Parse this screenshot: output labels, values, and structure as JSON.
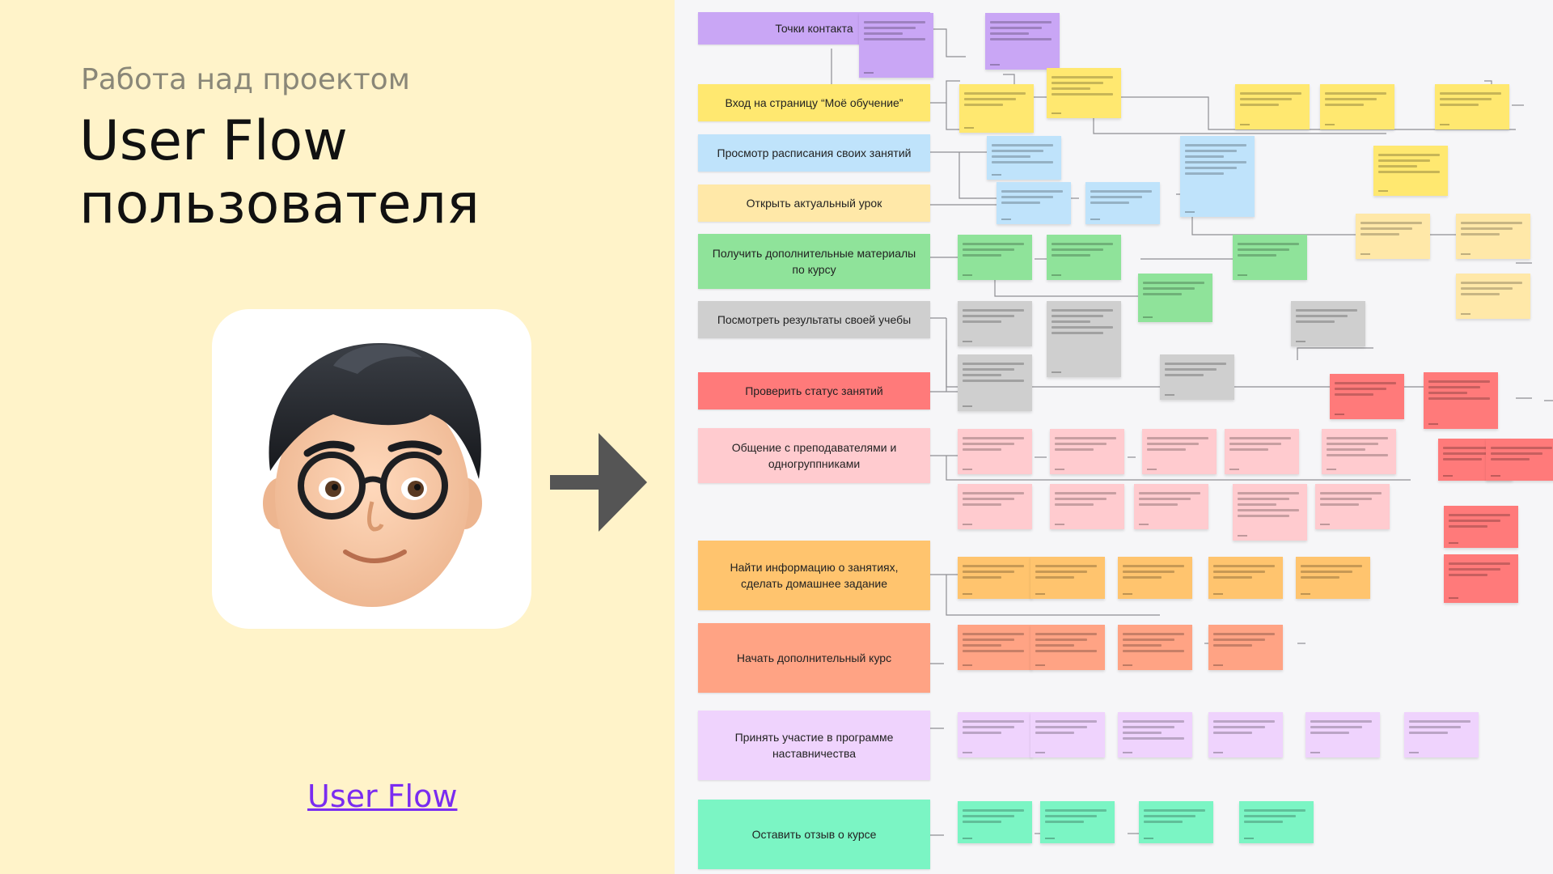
{
  "subtitle": "Работа над проектом",
  "title": "User Flow пользователя",
  "link_label": "User Flow",
  "colors": {
    "background": "#FFF3C9",
    "board": "#F6F6F8",
    "link": "#7A2CF0",
    "arrow": "#555555",
    "purple": "#C9A6F5",
    "yellow": "#FFE870",
    "blue": "#BFE3FB",
    "peach": "#FFE8A8",
    "green": "#8FE39A",
    "gray": "#CFCFCF",
    "red": "#FF7A7A",
    "pink": "#FFCBCF",
    "orange": "#FFC46E",
    "salmon": "#FFA384",
    "lavender": "#EFD3FD",
    "mint": "#7BF5C4"
  },
  "icons": {
    "avatar": "boy-avatar-icon",
    "arrow": "right-arrow-icon"
  },
  "categories": [
    {
      "label": "Точки контакта",
      "color": "purple"
    },
    {
      "label": "Вход на страницу “Моё обучение”",
      "color": "yellow"
    },
    {
      "label": "Просмотр расписания своих занятий",
      "color": "blue"
    },
    {
      "label": "Открыть актуальный урок",
      "color": "peach"
    },
    {
      "label": "Получить дополнительные материалы по курсу",
      "color": "green"
    },
    {
      "label": "Посмотреть результаты своей учебы",
      "color": "gray"
    },
    {
      "label": "Проверить статус занятий",
      "color": "red"
    },
    {
      "label": "Общение с преподавателями и одногруппниками",
      "color": "pink"
    },
    {
      "label": "Найти информацию о занятиях, сделать домашнее задание",
      "color": "orange"
    },
    {
      "label": "Начать дополнительный курс",
      "color": "salmon"
    },
    {
      "label": "Принять участие в программе наставничества",
      "color": "lavender"
    },
    {
      "label": "Оставить отзыв о курсе",
      "color": "mint"
    }
  ]
}
